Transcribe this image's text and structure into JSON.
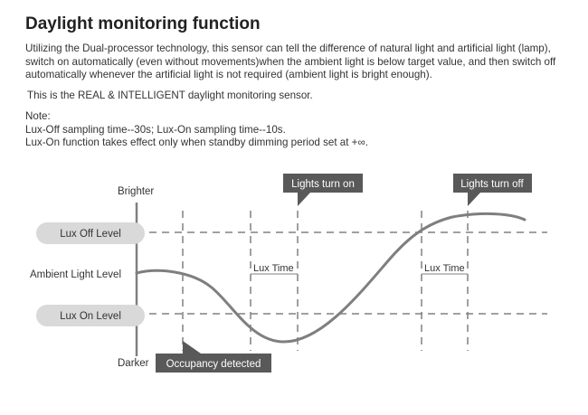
{
  "title": "Daylight monitoring function",
  "description": "Utilizing the Dual-processor technology, this sensor can tell the difference of natural light and artificial light (lamp), switch on automatically (even without movements)when the ambient light is below target value, and then switch off automatically whenever the artificial light is not required (ambient light is bright enough).",
  "statement": "This is the REAL & INTELLIGENT daylight monitoring sensor.",
  "note": {
    "heading": "Note:",
    "lines": [
      "Lux-Off sampling time--30s; Lux-On sampling time--10s.",
      "Lux-On function takes effect only when standby dimming period set at +∞."
    ]
  },
  "diagram": {
    "axis_top_label": "Brighter",
    "axis_bottom_label": "Darker",
    "axis_mid_label": "Ambient Light Level",
    "lux_off_level": "Lux Off Level",
    "lux_on_level": "Lux On Level",
    "lux_time_1": "Lux Time",
    "lux_time_2": "Lux Time",
    "callout_lights_on": "Lights turn on",
    "callout_lights_off": "Lights turn off",
    "callout_occupancy": "Occupancy detected",
    "colors": {
      "badge_light": "#d9d9d9",
      "callout_dark": "#595959",
      "line": "#808080",
      "curve": "#7f7f7f"
    }
  }
}
